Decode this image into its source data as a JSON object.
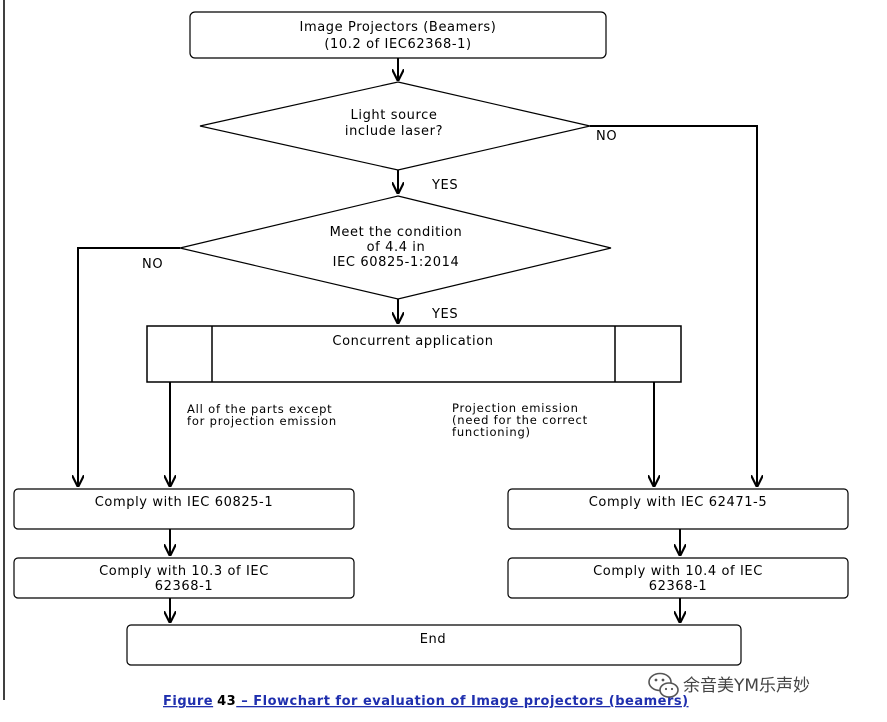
{
  "nodes": {
    "start": {
      "line1": "Image Projectors (Beamers)",
      "line2": "(10.2 of IEC62368-1)"
    },
    "decision_laser": {
      "line1": "Light source",
      "line2": "include laser?"
    },
    "decision_condition": {
      "line1": "Meet the condition",
      "line2": "of 4.4 in",
      "line3": "IEC 60825-1:2014"
    },
    "concurrent": {
      "label": "Concurrent application"
    },
    "comply_60825": {
      "label": "Comply with IEC 60825-1"
    },
    "comply_62471": {
      "label": "Comply with IEC 62471-5"
    },
    "comply_10_3": {
      "line1": "Comply with 10.3 of IEC",
      "line2": "62368-1"
    },
    "comply_10_4": {
      "line1": "Comply with 10.4 of IEC",
      "line2": "62368-1"
    },
    "end": {
      "label": "End"
    }
  },
  "edges": {
    "laser_no": "NO",
    "laser_yes": "YES",
    "condition_no": "NO",
    "condition_yes": "YES",
    "branch_left": {
      "line1": "All of the parts except",
      "line2": "for projection emission"
    },
    "branch_right": {
      "line1": "Projection emission",
      "line2": "(need for the correct",
      "line3": "functioning)"
    }
  },
  "caption": {
    "figure": "Figure",
    "number": "43",
    "title": " – Flowchart for evaluation of Image projectors (beamers)"
  },
  "watermark": {
    "text": "余音美YM乐声妙",
    "icon": "wechat-icon"
  }
}
